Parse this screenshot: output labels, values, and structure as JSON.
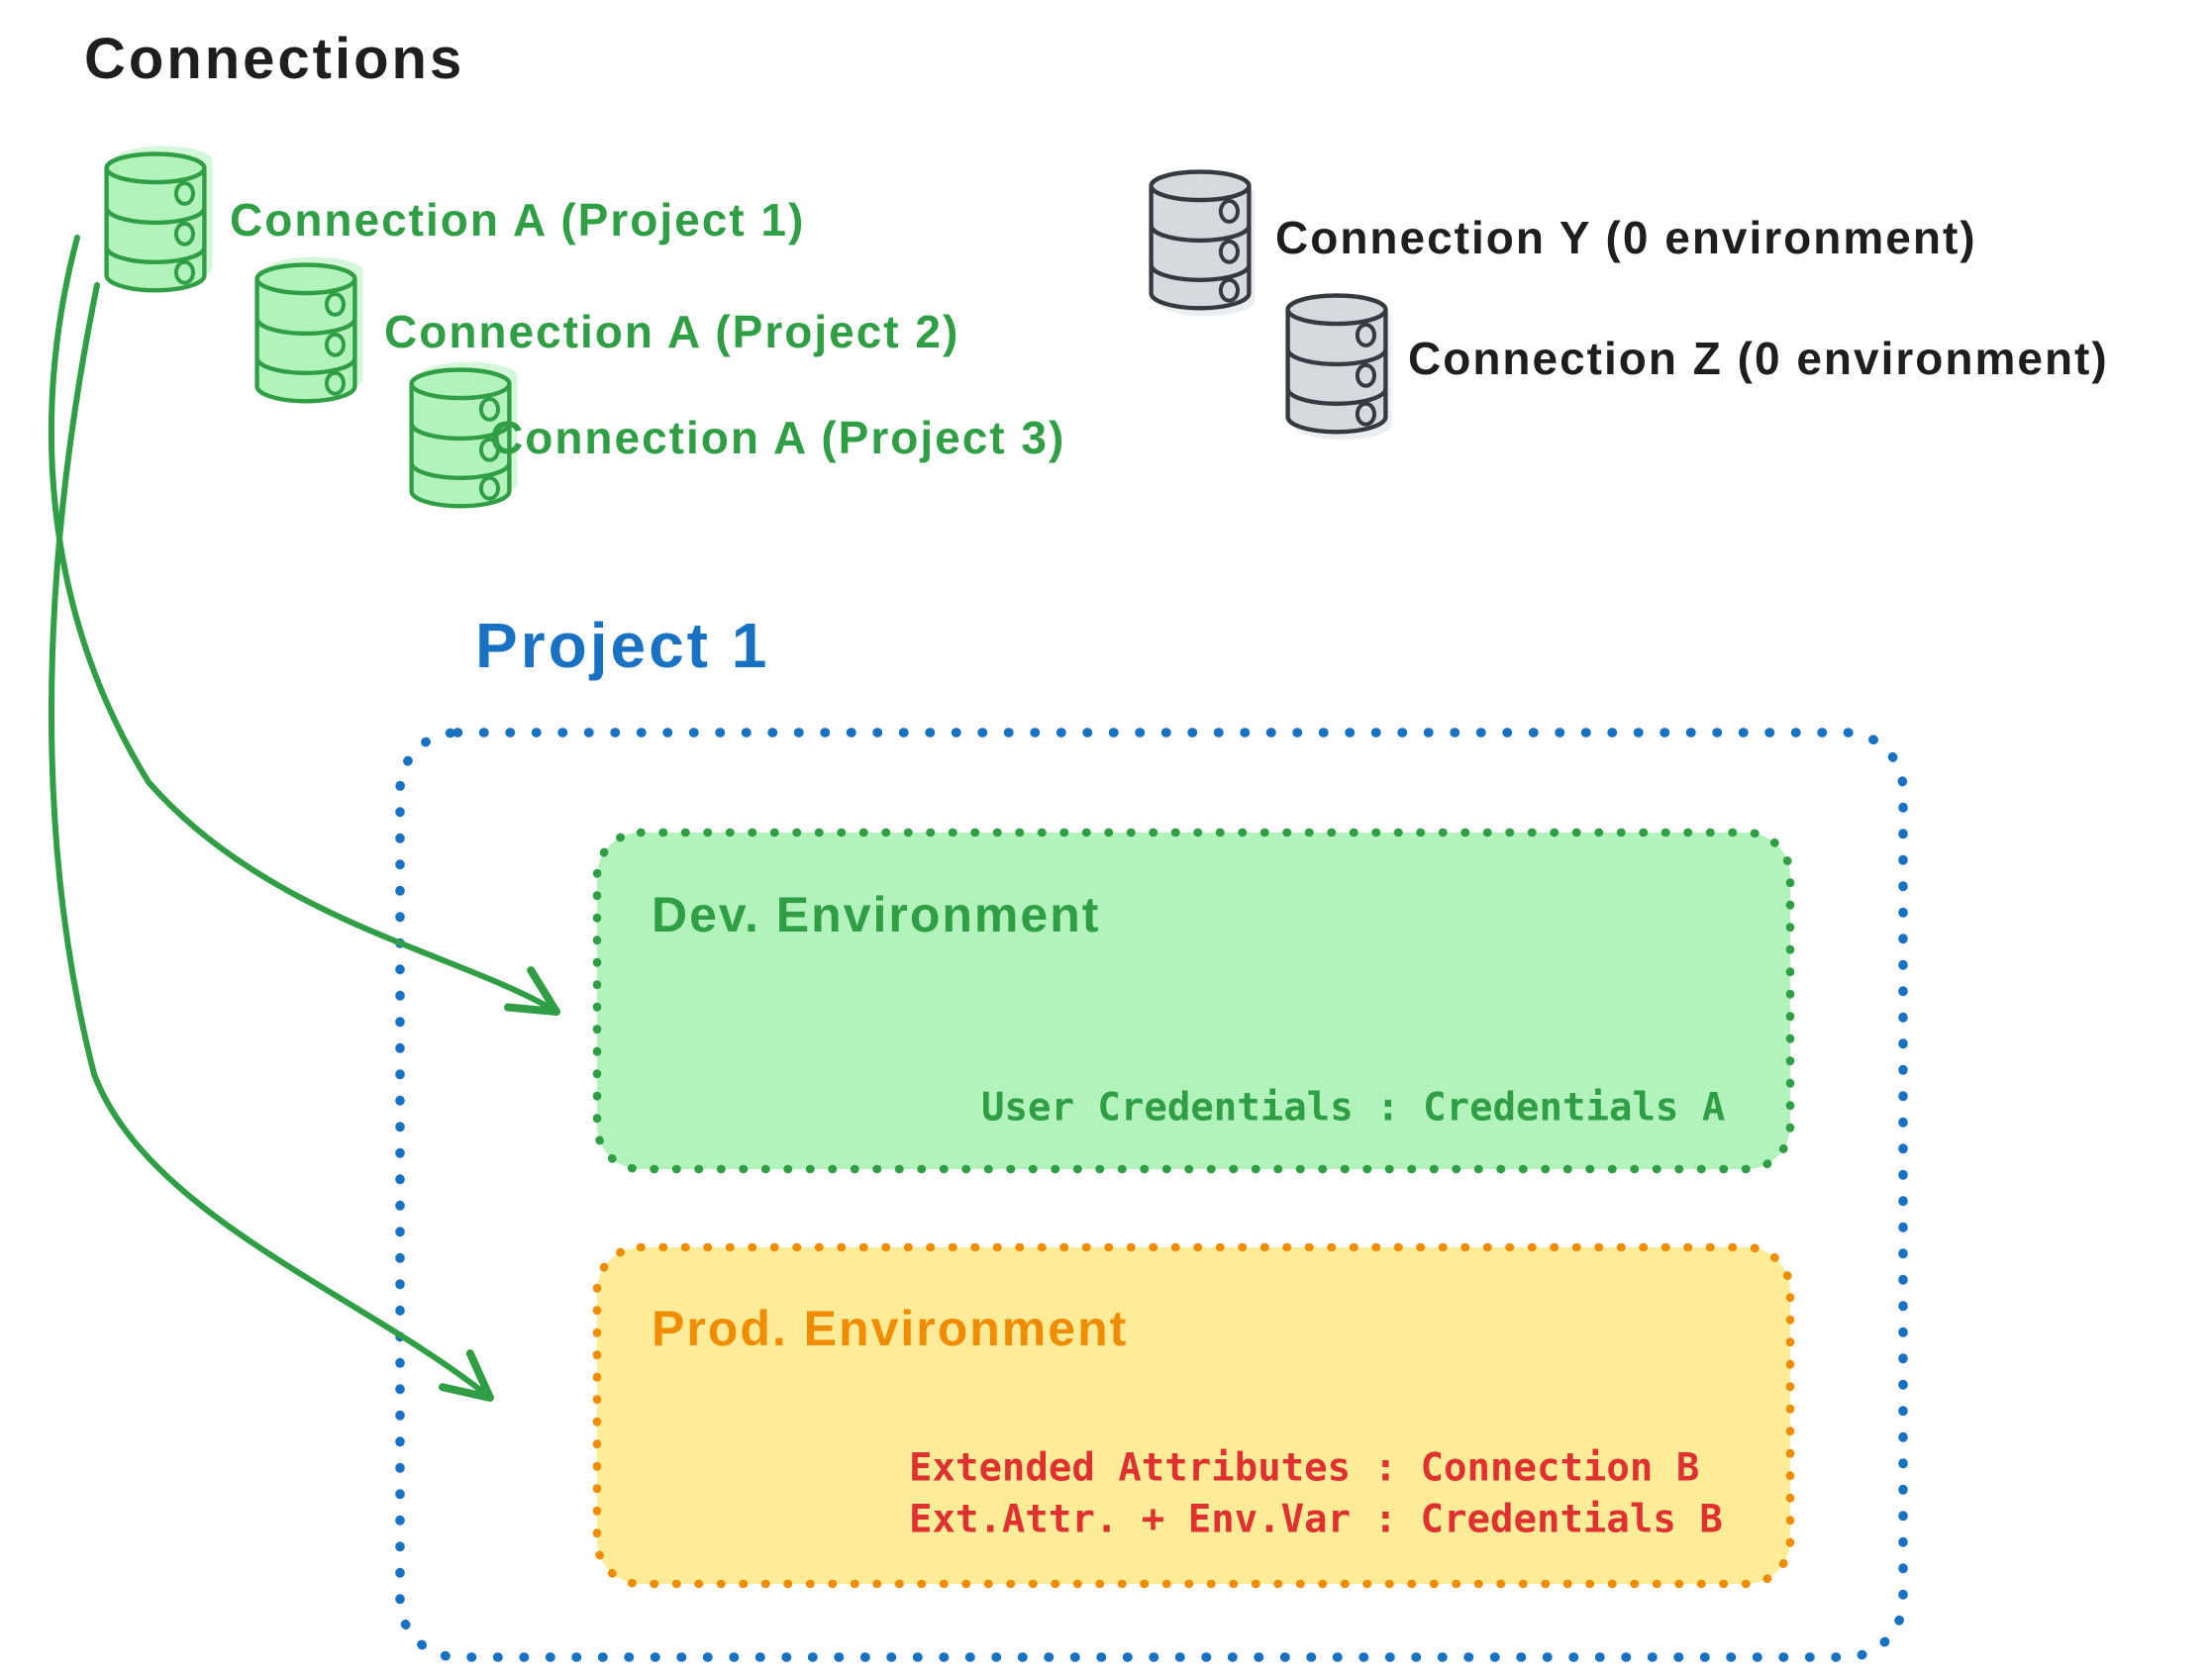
{
  "title": "Connections",
  "palette": {
    "text_black": "#1e1e1e",
    "green_stroke": "#2f9e44",
    "green_fill": "#b2f2bb",
    "gray_stroke": "#343a40",
    "gray_fill": "#d5dade",
    "blue": "#1971c2",
    "orange": "#f08c00",
    "yellow_fill": "#ffec99",
    "red": "#e03131"
  },
  "connections": {
    "assigned": [
      {
        "label": "Connection A (Project 1)"
      },
      {
        "label": "Connection A (Project 2)"
      },
      {
        "label": "Connection A (Project 3)"
      }
    ],
    "unassigned": [
      {
        "label": "Connection Y (0 environment)"
      },
      {
        "label": "Connection Z (0 environment)"
      }
    ]
  },
  "project": {
    "title": "Project 1",
    "dev": {
      "title": "Dev. Environment",
      "mapping": "User Credentials : Credentials A"
    },
    "prod": {
      "title": "Prod. Environment",
      "mapping_1": "Extended Attributes : Connection B",
      "mapping_2": "Ext.Attr. + Env.Var : Credentials B"
    }
  }
}
